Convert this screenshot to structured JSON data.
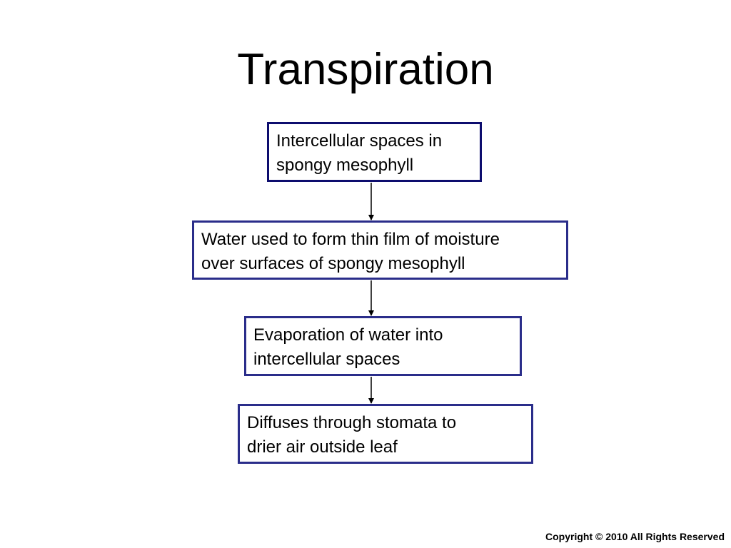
{
  "slide": {
    "title": "Transpiration",
    "copyright": "Copyright © 2010 All Rights Reserved"
  },
  "flowchart": {
    "steps": [
      {
        "text": "Intercellular spaces in\nspongy mesophyll"
      },
      {
        "text": "Water used to form thin film of moisture\nover surfaces of spongy mesophyll"
      },
      {
        "text": "Evaporation of water into\nintercellular spaces"
      },
      {
        "text": "Diffuses through stomata to\ndrier air outside leaf"
      }
    ],
    "box_border_color": "#2a2d8a",
    "arrow_color": "#000000"
  }
}
